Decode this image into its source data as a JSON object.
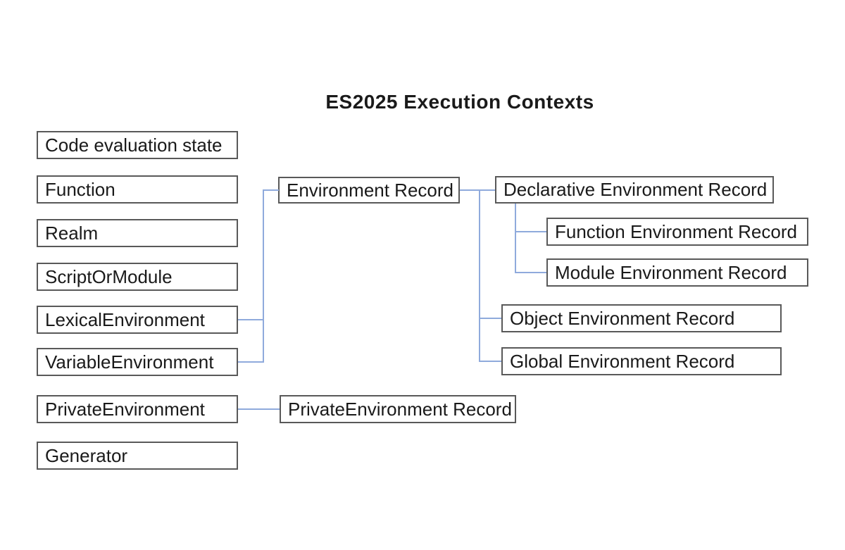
{
  "title": "ES2025 Execution Contexts",
  "colors": {
    "box_border": "#595959",
    "connector_line": "#8faadc",
    "text": "#1a1a1a",
    "background": "#ffffff"
  },
  "nodes": {
    "code_evaluation_state": "Code evaluation state",
    "function": "Function",
    "realm": "Realm",
    "script_or_module": "ScriptOrModule",
    "lexical_environment": "LexicalEnvironment",
    "variable_environment": "VariableEnvironment",
    "private_environment": "PrivateEnvironment",
    "generator": "Generator",
    "environment_record": "Environment Record",
    "private_environment_record": "PrivateEnvironment Record",
    "declarative_environment_record": "Declarative Environment Record",
    "function_environment_record": "Function Environment Record",
    "module_environment_record": "Module Environment Record",
    "object_environment_record": "Object Environment Record",
    "global_environment_record": "Global Environment Record"
  },
  "edges": [
    {
      "from": "LexicalEnvironment",
      "to": "Environment Record"
    },
    {
      "from": "VariableEnvironment",
      "to": "Environment Record"
    },
    {
      "from": "Environment Record",
      "to": "Declarative Environment Record"
    },
    {
      "from": "Environment Record",
      "to": "Object Environment Record"
    },
    {
      "from": "Environment Record",
      "to": "Global Environment Record"
    },
    {
      "from": "Declarative Environment Record",
      "to": "Function Environment Record"
    },
    {
      "from": "Declarative Environment Record",
      "to": "Module Environment Record"
    },
    {
      "from": "PrivateEnvironment",
      "to": "PrivateEnvironment Record"
    }
  ]
}
